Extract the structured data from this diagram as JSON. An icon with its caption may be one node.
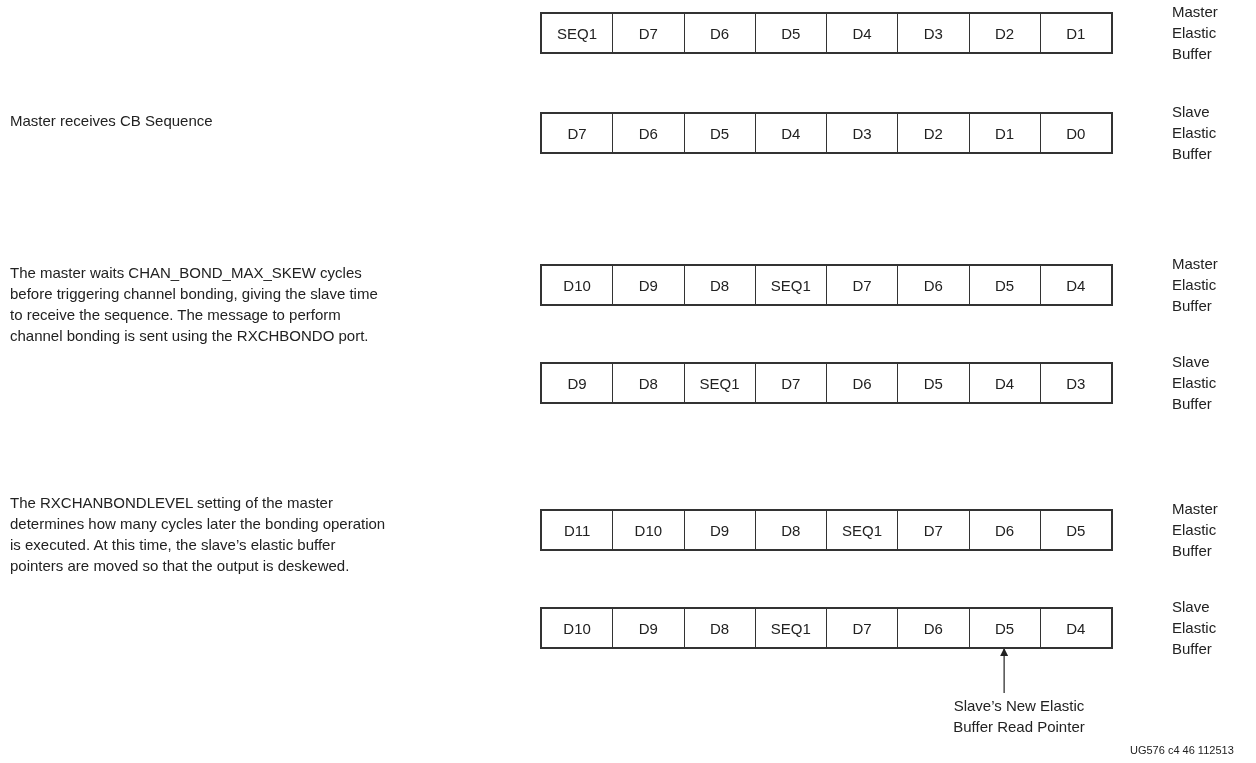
{
  "diagram": {
    "nodes": [
      {
        "text": [],
        "shape": "box",
        "beside": [
          "Master Elastic Buffer"
        ]
      },
      {
        "text": [
          "SEQ1"
        ],
        "in": 0
      },
      {
        "text": [
          "D7"
        ],
        "in": 0
      },
      {
        "text": [
          "D6"
        ],
        "in": 0
      },
      {
        "text": [
          "D5"
        ],
        "in": 0
      },
      {
        "text": [
          "D4"
        ],
        "in": 0
      },
      {
        "text": [
          "D3"
        ],
        "in": 0
      },
      {
        "text": [
          "D2"
        ],
        "in": 0
      },
      {
        "text": [
          "D1"
        ],
        "in": 0
      },
      {
        "text": [],
        "shape": "box",
        "beside": [
          "Slave Elastic Buffer"
        ]
      },
      {
        "text": [
          "D7"
        ],
        "in": 9
      },
      {
        "text": [
          "D6"
        ],
        "in": 9
      },
      {
        "text": [
          "D5"
        ],
        "in": 9
      },
      {
        "text": [
          "D4"
        ],
        "in": 9
      },
      {
        "text": [
          "D3"
        ],
        "in": 9
      },
      {
        "text": [
          "D2"
        ],
        "in": 9
      },
      {
        "text": [
          "D1"
        ],
        "in": 9
      },
      {
        "text": [
          "D0"
        ],
        "in": 9
      },
      {
        "text": [],
        "shape": "box",
        "beside": [
          "Master Elastic Buffer"
        ]
      },
      {
        "text": [
          "D10"
        ],
        "in": 18
      },
      {
        "text": [
          "D9"
        ],
        "in": 18
      },
      {
        "text": [
          "D8"
        ],
        "in": 18
      },
      {
        "text": [
          "SEQ1"
        ],
        "in": 18
      },
      {
        "text": [
          "D7"
        ],
        "in": 18
      },
      {
        "text": [
          "D6"
        ],
        "in": 18
      },
      {
        "text": [
          "D5"
        ],
        "in": 18
      },
      {
        "text": [
          "D4"
        ],
        "in": 18
      },
      {
        "text": [],
        "shape": "box",
        "beside": [
          "Slave Elastic Buffer"
        ]
      },
      {
        "text": [
          "D9"
        ],
        "in": 27
      },
      {
        "text": [
          "D8"
        ],
        "in": 27
      },
      {
        "text": [
          "SEQ1"
        ],
        "in": 27
      },
      {
        "text": [
          "D7"
        ],
        "in": 27
      },
      {
        "text": [
          "D6"
        ],
        "in": 27
      },
      {
        "text": [
          "D5"
        ],
        "in": 27
      },
      {
        "text": [
          "D4"
        ],
        "in": 27
      },
      {
        "text": [
          "D3"
        ],
        "in": 27
      },
      {
        "text": [],
        "shape": "box",
        "beside": [
          "Master Elastic Buffer"
        ]
      },
      {
        "text": [
          "D11"
        ],
        "in": 36
      },
      {
        "text": [
          "D10"
        ],
        "in": 36
      },
      {
        "text": [
          "D9"
        ],
        "in": 36
      },
      {
        "text": [
          "D8"
        ],
        "in": 36
      },
      {
        "text": [
          "SEQ1"
        ],
        "in": 36
      },
      {
        "text": [
          "D7"
        ],
        "in": 36
      },
      {
        "text": [
          "D6"
        ],
        "in": 36
      },
      {
        "text": [
          "D5"
        ],
        "in": 36
      },
      {
        "text": [],
        "shape": "box",
        "beside": [
          "Slave Elastic Buffer"
        ]
      },
      {
        "text": [
          "D10"
        ],
        "in": 45
      },
      {
        "text": [
          "D9"
        ],
        "in": 45
      },
      {
        "text": [
          "D8"
        ],
        "in": 45
      },
      {
        "text": [
          "SEQ1"
        ],
        "in": 45
      },
      {
        "text": [
          "D7"
        ],
        "in": 45
      },
      {
        "text": [
          "D6"
        ],
        "in": 45
      },
      {
        "text": [
          "D5"
        ],
        "in": 45
      },
      {
        "text": [
          "D4"
        ],
        "in": 45
      },
      {
        "text": [
          "Slave’s New Elastic Buffer Read Pointer"
        ]
      }
    ],
    "edges": [
      {
        "from": 54,
        "to": 52,
        "arrow": "to"
      }
    ],
    "labels": [
      "Master receives CB Sequence",
      "The master waits CHAN_BOND_MAX_SKEW cycles before triggering channel bonding, giving the slave time to receive the sequence. The message to perform channel bonding is sent using the RXCHBONDO port.",
      "The RXCHANBONDLEVEL setting of the master determines how many cycles later the bonding operation is executed. At this time, the slave’s elastic buffer pointers are moved so that the output is deskewed.",
      "UG576 c4 46 112513"
    ]
  }
}
